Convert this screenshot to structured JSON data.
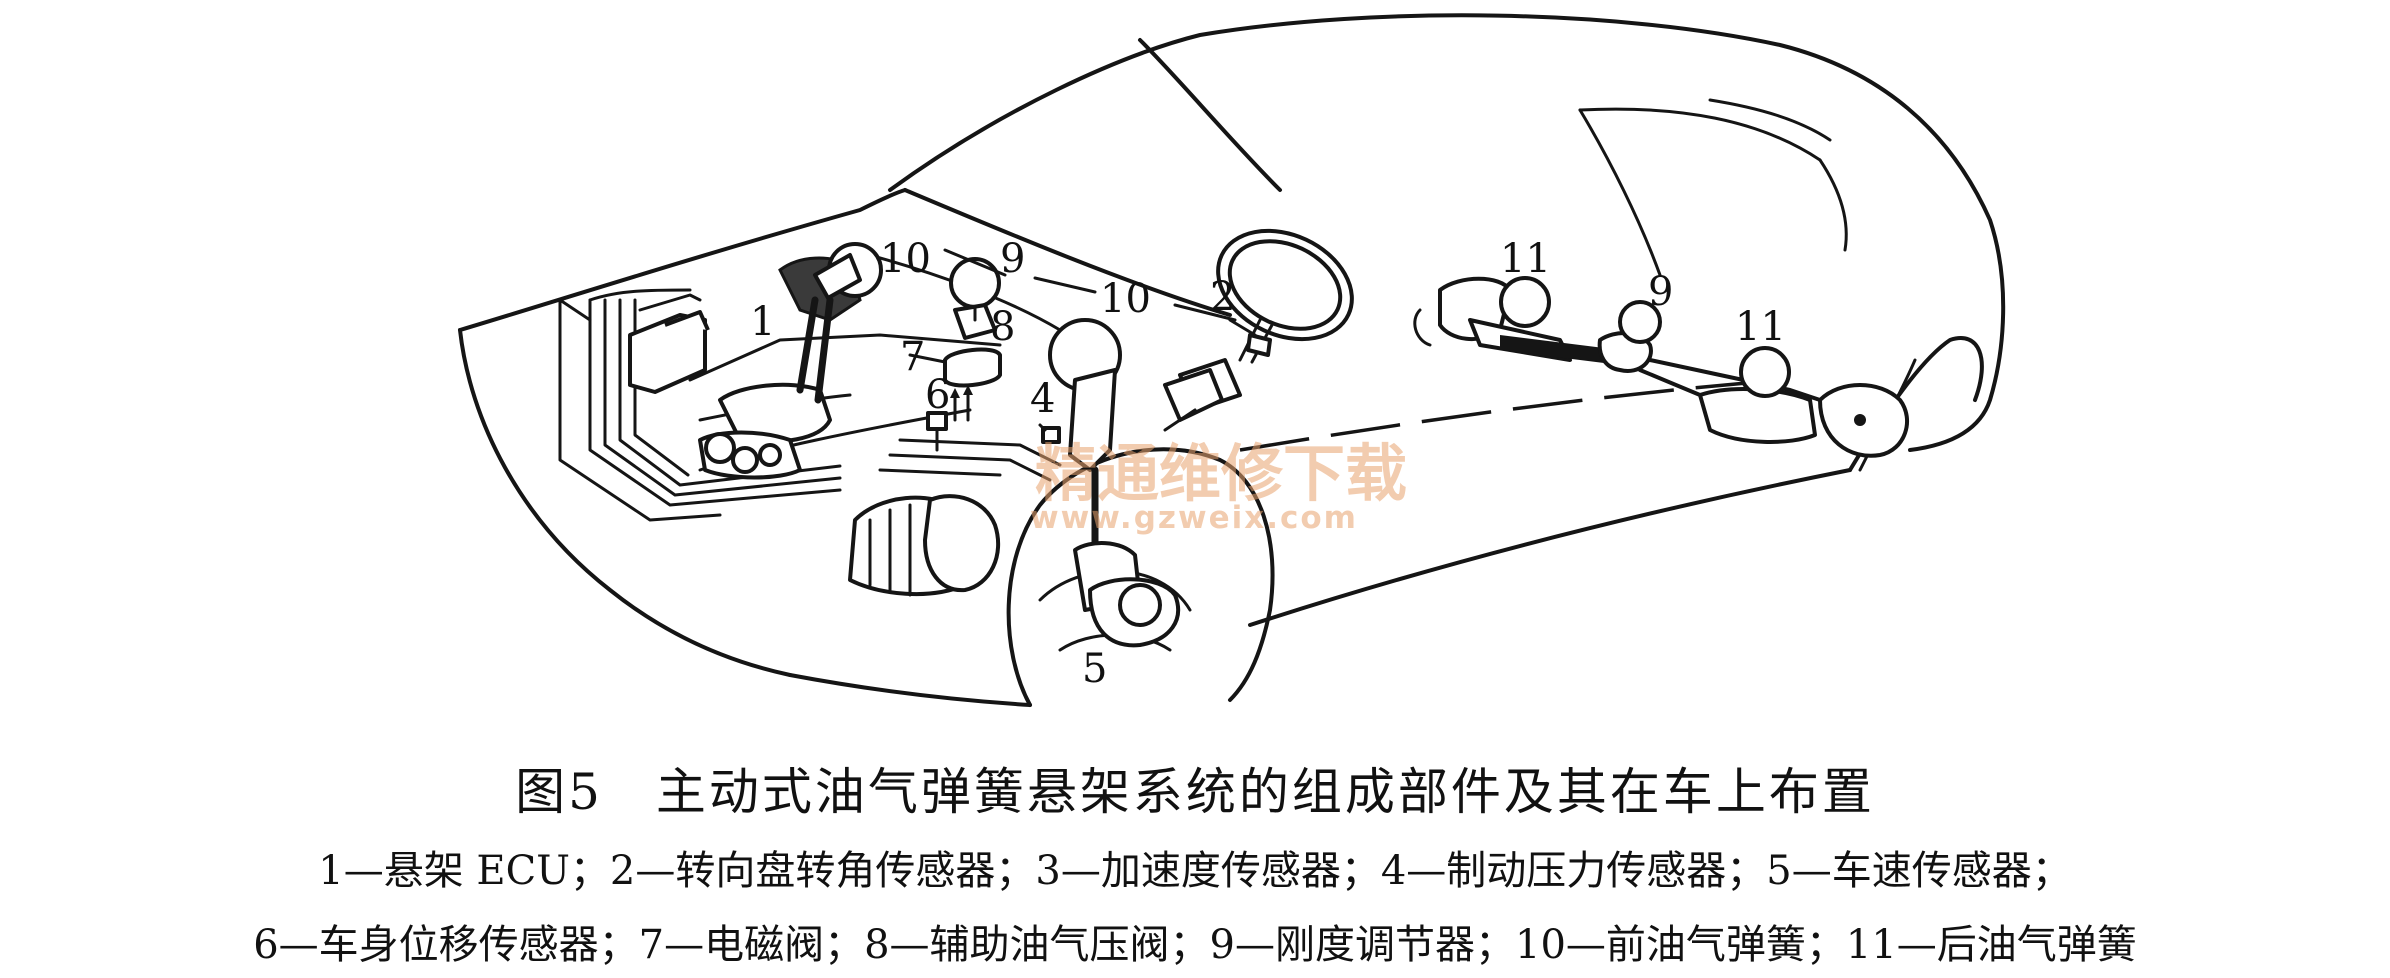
{
  "figure": {
    "caption": "图5　主动式油气弹簧悬架系统的组成部件及其在车上布置",
    "legend_line_1": "1—悬架 ECU；2—转向盘转角传感器；3—加速度传感器；4—制动压力传感器；5—车速传感器；",
    "legend_line_2": "6—车身位移传感器；7—电磁阀；8—辅助油气压阀；9—刚度调节器；10—前油气弹簧；11—后油气弹簧"
  },
  "callouts": {
    "ecu": "1",
    "steering_sensor": "2",
    "brake_pressure_sensor": "4",
    "speed_sensor": "5",
    "body_displacement_sensor": "6",
    "solenoid_valve": "7",
    "auxiliary_valve": "8",
    "stiffness_regulator_front": "9",
    "stiffness_regulator_rear": "9",
    "front_spring_left": "10",
    "front_spring_right": "10",
    "rear_spring_left": "11",
    "rear_spring_right": "11"
  },
  "watermark": {
    "text": "精通维修下载",
    "url": "www.gzweix.com"
  }
}
